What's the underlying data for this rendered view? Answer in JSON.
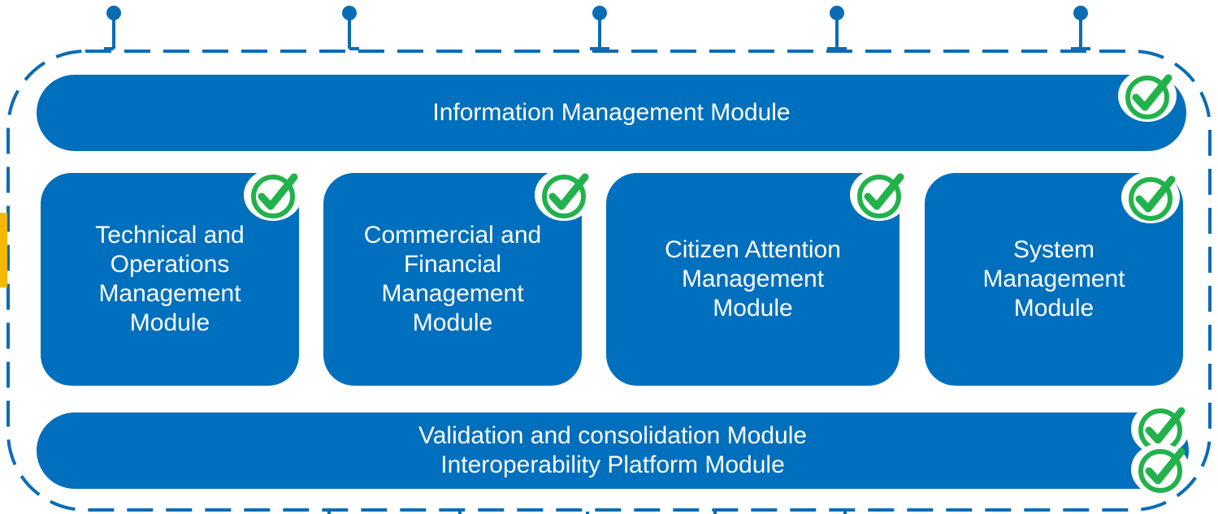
{
  "modules": {
    "info": "Information Management Module",
    "tech": "Technical and Operations Management Module",
    "commercial": "Commercial and Financial Management Module",
    "citizen": "Citizen Attention Management Module",
    "system": "System Management Module",
    "validation": "Validation and consolidation Module",
    "interoperability": "Interoperability Platform Module"
  },
  "colors": {
    "module_blue": "#006fbd",
    "frame_blue": "#0a6cb4",
    "check_green": "#22b24c",
    "side_accent": "#f5b800"
  },
  "icons": {
    "status": "checkmark-icon"
  }
}
